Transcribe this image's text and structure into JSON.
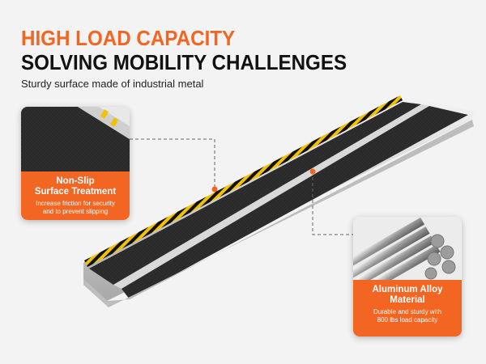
{
  "header": {
    "headline_orange": "HIGH LOAD CAPACITY",
    "headline_black": "SOLVING MOBILITY CHALLENGES",
    "subtitle": "Sturdy surface made of industrial metal"
  },
  "callouts": [
    {
      "title_line1": "Non-Slip",
      "title_line2": "Surface Treatment",
      "desc_line1": "Increase friction for security",
      "desc_line2": "and to prevent slipping"
    },
    {
      "title_line1": "Aluminum Alloy",
      "title_line2": "Material",
      "desc_line1": "Durable and sturdy with",
      "desc_line2": "800 lbs load capacity"
    }
  ],
  "colors": {
    "accent": "#f26522",
    "ramp_surface": "#2b2b2b",
    "ramp_frame": "#c9c9c9",
    "warning_stripe_yellow": "#f2c200"
  }
}
